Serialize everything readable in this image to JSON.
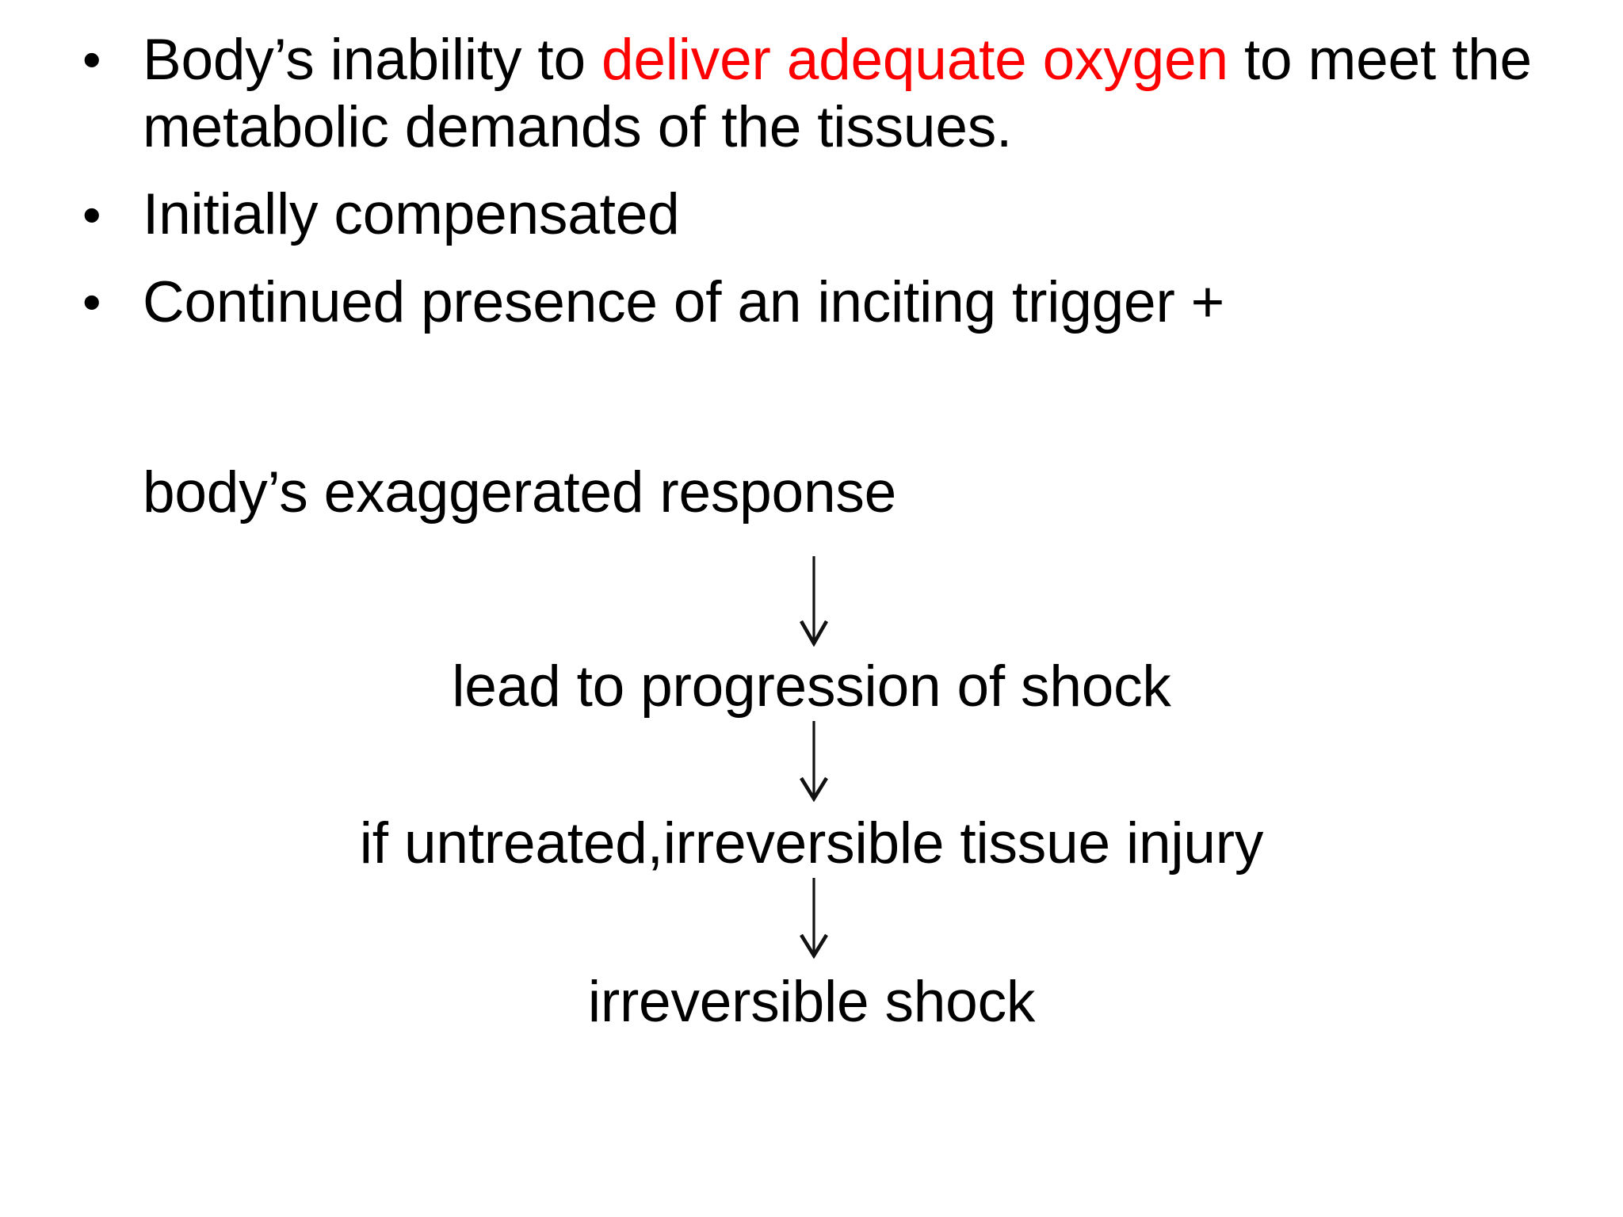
{
  "slide": {
    "background_color": "#FFFFFF",
    "text_color": "#000000",
    "accent_color": "#FF0000",
    "bullet_glyph": "•",
    "arrow_glyph": "↓"
  },
  "bullets": [
    {
      "id": "bullet-definition",
      "text_before": "Body’s inability to ",
      "text_emphasis": "deliver adequate oxygen",
      "text_after": " to meet the metabolic demands of the tissues.",
      "emphasis_color": "#FF0000"
    },
    {
      "id": "bullet-compensation",
      "text": "Initially compensated"
    },
    {
      "id": "bullet-trigger",
      "text": "Continued presence of an inciting trigger +",
      "continuation": "body’s exaggerated response"
    }
  ],
  "flow": {
    "steps": [
      {
        "id": "flow-step-progression",
        "label": "lead to progression of shock"
      },
      {
        "id": "flow-step-tissue-injury",
        "label": "if untreated,irreversible tissue injury"
      },
      {
        "id": "flow-step-irreversible-shock",
        "label": "irreversible shock"
      }
    ],
    "arrow_count": 3,
    "arrow_direction": "down"
  }
}
